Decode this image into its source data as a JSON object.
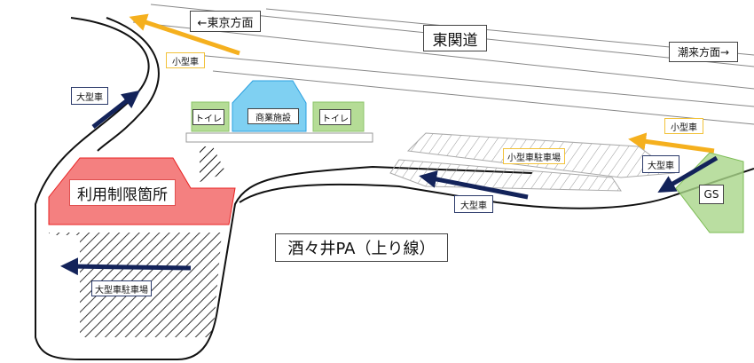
{
  "title": "酒々井PA（上り線）",
  "highway": "東関道",
  "directions": {
    "tokyo": "←東京方面",
    "itako": "潮来方面→"
  },
  "facilities": {
    "toilet_left": "トイレ",
    "commercial": "商業施設",
    "toilet_right": "トイレ",
    "gas_station": "GS"
  },
  "zones": {
    "restricted": "利用制限箇所",
    "small_parking": "小型車駐車場",
    "large_parking": "大型車駐車場"
  },
  "flow_labels": {
    "small_car_left": "小型車",
    "large_car_left": "大型車",
    "small_car_right": "小型車",
    "large_car_right": "大型車",
    "large_car_mid": "大型車"
  },
  "colors": {
    "small_car_arrow": "#f5b01e",
    "large_car_arrow": "#13235a",
    "restricted": "#f26a6a",
    "toilet": "#b5dc96",
    "commercial": "#7fd0f2",
    "gs": "#a9d68a"
  }
}
